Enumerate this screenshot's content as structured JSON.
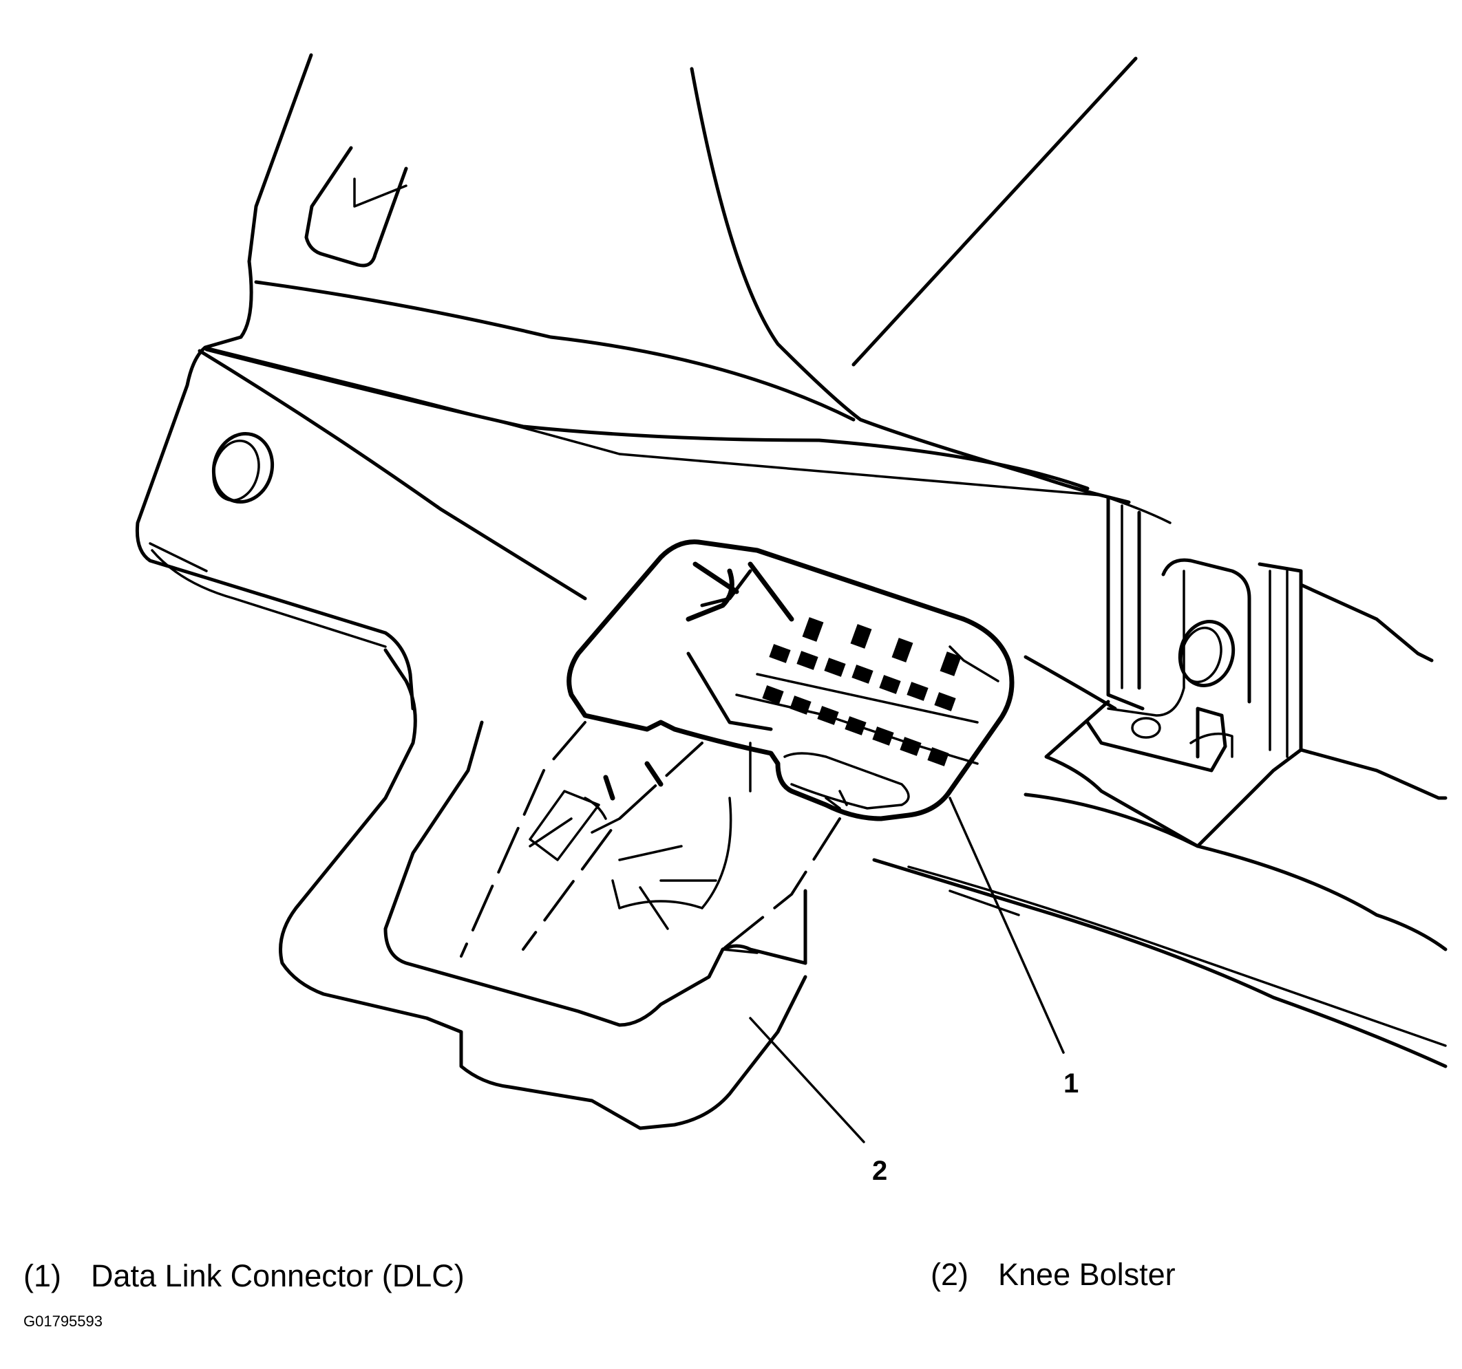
{
  "callouts": {
    "dlc": "1",
    "knee_bolster": "2"
  },
  "legend": [
    {
      "number": "(1)",
      "text": "Data Link Connector (DLC)"
    },
    {
      "number": "(2)",
      "text": "Knee Bolster"
    }
  ],
  "figure_id": "G01795593",
  "colors": {
    "ink": "#000000",
    "background": "#ffffff"
  }
}
